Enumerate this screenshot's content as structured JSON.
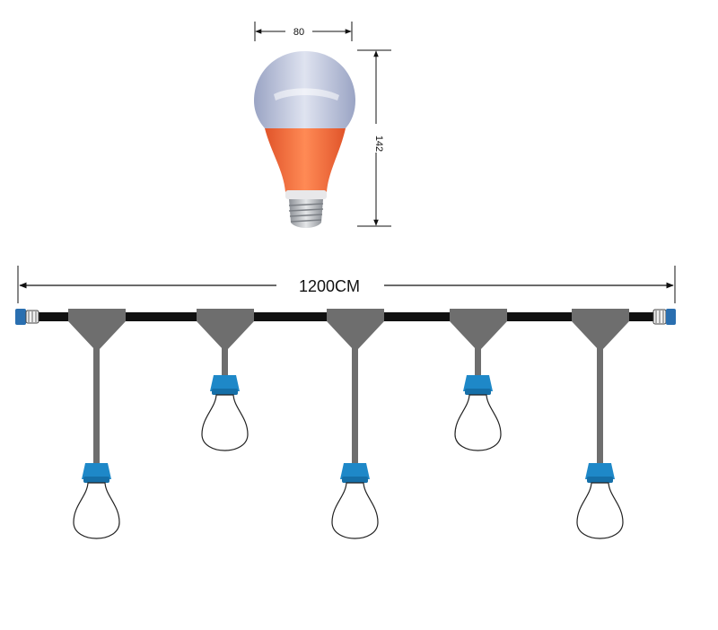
{
  "bulb": {
    "width_label": "80",
    "height_label": "142",
    "colors": {
      "globe": "#c9cfe2",
      "band": "#f26a3a",
      "base": "#b9bcc0"
    }
  },
  "string": {
    "length_label": "1200CM",
    "socket_count": 5,
    "colors": {
      "cable": "#111111",
      "tee": "#6e6e6e",
      "drop": "#6e6e6e",
      "socket": "#1e88c8",
      "connector": "#2a6fb0"
    }
  }
}
